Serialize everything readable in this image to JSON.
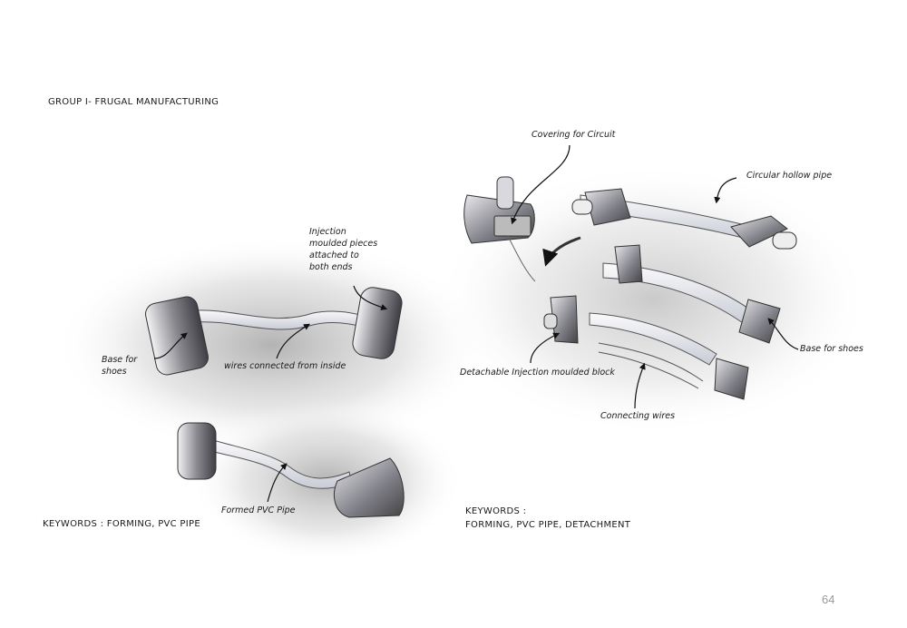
{
  "page": {
    "title": "GROUP I- FRUGAL MANUFACTURING",
    "page_number": "64"
  },
  "left_concept": {
    "labels": {
      "injection_line1": "Injection",
      "injection_line2": "moulded pieces",
      "injection_line3": "attached to",
      "injection_line4": "both ends",
      "base_line1": "Base for",
      "base_line2": "shoes",
      "wires": "wires connected from inside",
      "formed_pipe": "Formed PVC Pipe"
    },
    "keywords": "KEYWORDS : FORMING, PVC PIPE"
  },
  "right_concept": {
    "labels": {
      "covering": "Covering for Circuit",
      "hollow_pipe": "Circular hollow pipe",
      "base": "Base for shoes",
      "detachable": "Detachable Injection moulded block",
      "wires": "Connecting wires"
    },
    "keywords_label": "KEYWORDS :",
    "keywords": "FORMING, PVC PIPE, DETACHMENT"
  }
}
